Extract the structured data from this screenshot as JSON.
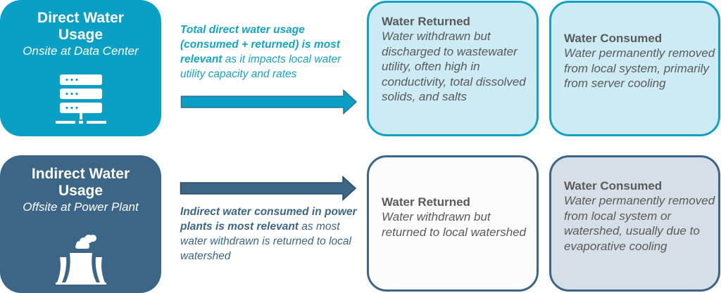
{
  "direct": {
    "title_line1": "Direct Water",
    "title_line2": "Usage",
    "subtitle": "Onsite at Data Center",
    "icon": "server-rack-icon",
    "color": "#0aa0c5",
    "note_bold": "Total direct water usage (consumed + returned) is most relevant",
    "note_rest": " as it impacts local water utility capacity and rates"
  },
  "indirect": {
    "title_line1": "Indirect Water",
    "title_line2": "Usage",
    "subtitle": "Offsite at Power Plant",
    "icon": "power-plant-cooling-tower-icon",
    "color": "#3b6687",
    "note_bold": "Indirect water consumed in power plants is most relevant",
    "note_rest": " as most water withdrawn is returned to local watershed"
  },
  "cards": [
    {
      "title": "Water Returned",
      "body": "Water withdrawn but discharged to wastewater utility, often high in conductivity, total dissolved solids, and salts"
    },
    {
      "title": "Water Consumed",
      "body": "Water permanently removed from local system, primarily from server cooling"
    },
    {
      "title": "Water Returned",
      "body": "Water withdrawn but returned to local watershed"
    },
    {
      "title": "Water Consumed",
      "body": "Water permanently removed from local system or watershed, usually due to evaporative cooling"
    }
  ]
}
